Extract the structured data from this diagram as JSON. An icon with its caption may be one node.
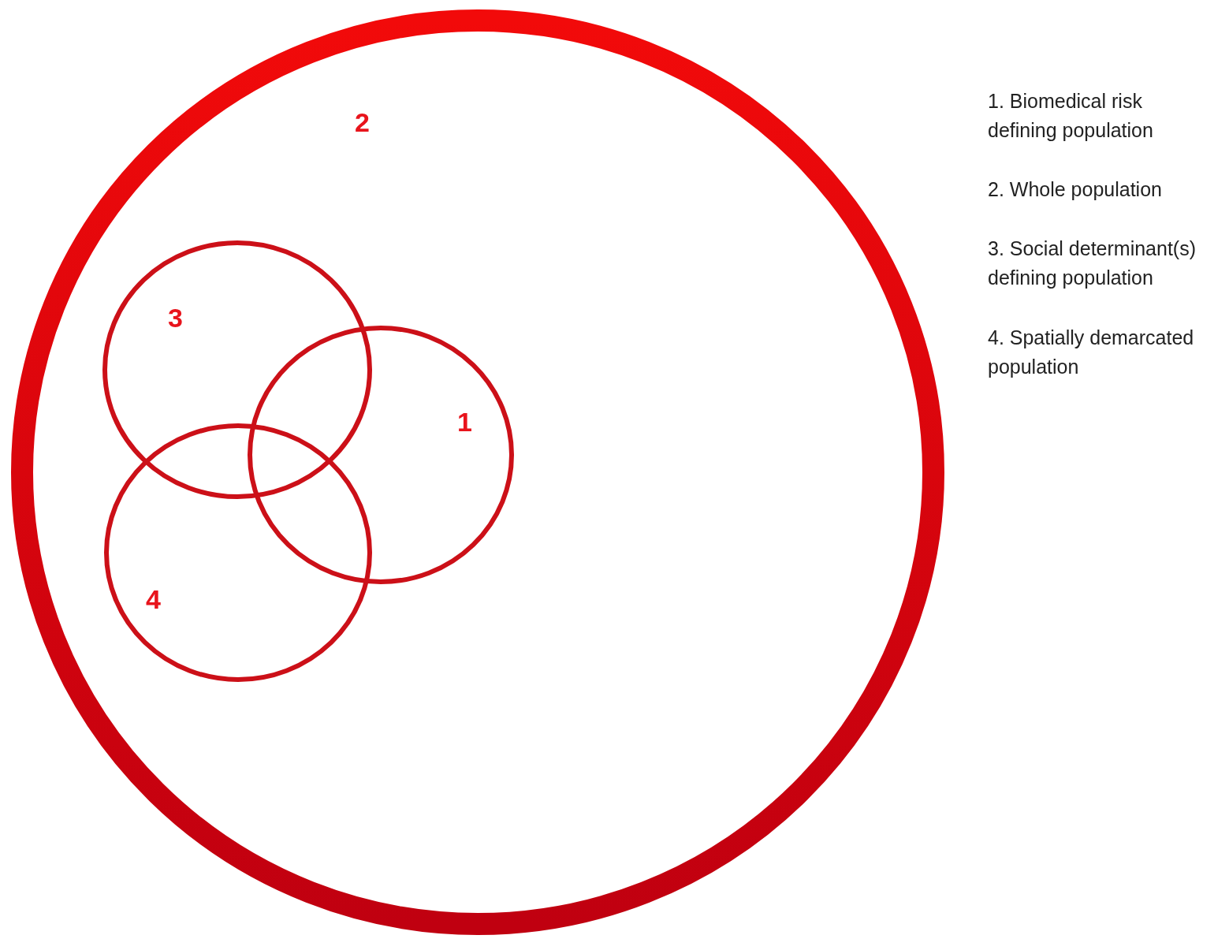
{
  "diagram": {
    "nodes": [
      {
        "text": [
          "2"
        ]
      },
      {
        "text": [
          "3"
        ],
        "in": 0
      },
      {
        "text": [
          "1"
        ],
        "in": 0
      },
      {
        "text": [
          "4"
        ],
        "in": 0
      }
    ],
    "labels": [
      "1. Biomedical risk defining population",
      "2. Whole population",
      "3. Social determinant(s) defining population",
      "4. Spatially demarcated population"
    ]
  }
}
